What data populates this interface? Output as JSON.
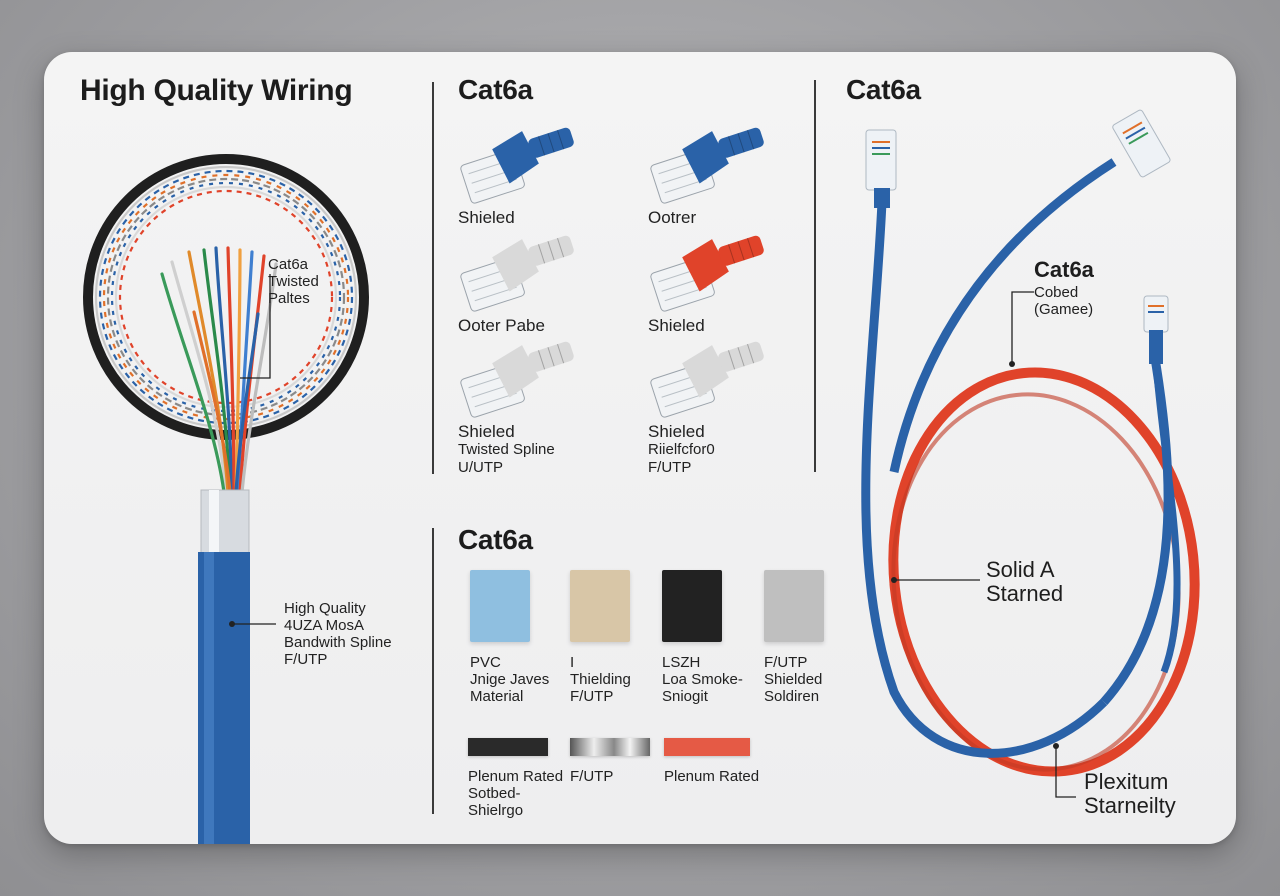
{
  "left": {
    "title": "High Quality Wiring",
    "twisted_label": [
      "Cat6a",
      "Twisted",
      "Paltes"
    ],
    "jacket_label": [
      "High Quality",
      "4UZA MosA",
      "Bandwith Spline",
      "F/UTP"
    ]
  },
  "connectors": {
    "title": "Cat6a",
    "items": [
      {
        "lines": [
          "Shieled"
        ],
        "color": "#2a62a8"
      },
      {
        "lines": [
          "Ootrer"
        ],
        "color": "#2a62a8"
      },
      {
        "lines": [
          "Ooter Pabe"
        ],
        "color": "#d9d9d9"
      },
      {
        "lines": [
          "Shieled"
        ],
        "color": "#e0432a"
      },
      {
        "lines": [
          "Shieled",
          "Twisted Spline",
          "U/UTP"
        ],
        "color": "#d9d9d9"
      },
      {
        "lines": [
          "Shieled",
          "Riielfcfor0",
          "F/UTP"
        ],
        "color": "#d9d9d9"
      }
    ]
  },
  "materials": {
    "title": "Cat6a",
    "swatches": [
      {
        "lines": [
          "PVC",
          "Jnige Javes",
          "Material"
        ],
        "color": "#8fbfe0"
      },
      {
        "lines": [
          "I",
          "Thielding",
          "F/UTP"
        ],
        "color": "#d8c6a7"
      },
      {
        "lines": [
          "LSZH",
          "Loa Smoke-",
          "Sniogit"
        ],
        "color": "#222222"
      },
      {
        "lines": [
          "F/UTP",
          "Shielded",
          "Soldiren"
        ],
        "color": "#bfbfbf"
      }
    ],
    "strips": [
      {
        "lines": [
          "Plenum Rated",
          "Sotbed-",
          "Shielrgo"
        ],
        "color": "#2a2a2a"
      },
      {
        "lines": [
          "F/UTP"
        ],
        "color": "#bcbcbc"
      },
      {
        "lines": [
          "Plenum Rated"
        ],
        "color": "#e55a45"
      }
    ]
  },
  "cables": {
    "title": "Cat6a",
    "coiled_label": {
      "title": "Cat6a",
      "lines": [
        "Cobed",
        "(Gamee)"
      ]
    },
    "solid_label": [
      "Solid A",
      "Starned"
    ],
    "flex_label": [
      "Plexitum",
      "Starneilty"
    ]
  },
  "colors": {
    "blue": "#2a62a8",
    "red": "#e0432a",
    "black_ring": "#1f1f1f"
  }
}
